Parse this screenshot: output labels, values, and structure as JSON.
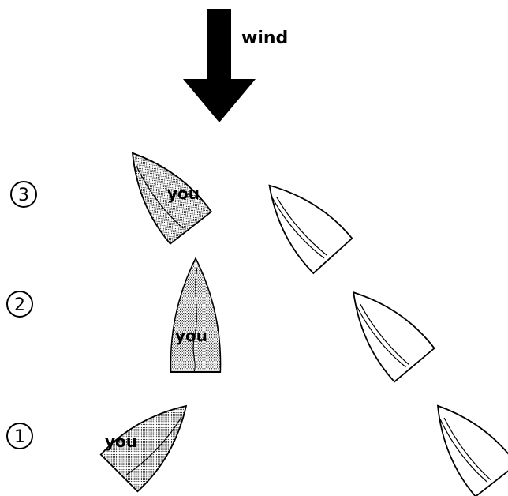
{
  "wind": {
    "label": "wind"
  },
  "steps": [
    {
      "number": "1",
      "you_label": "you"
    },
    {
      "number": "2",
      "you_label": "you"
    },
    {
      "number": "3",
      "you_label": "you"
    }
  ],
  "colors": {
    "ink": "#000000",
    "background": "#ffffff",
    "shade": "#b8b8b8"
  }
}
